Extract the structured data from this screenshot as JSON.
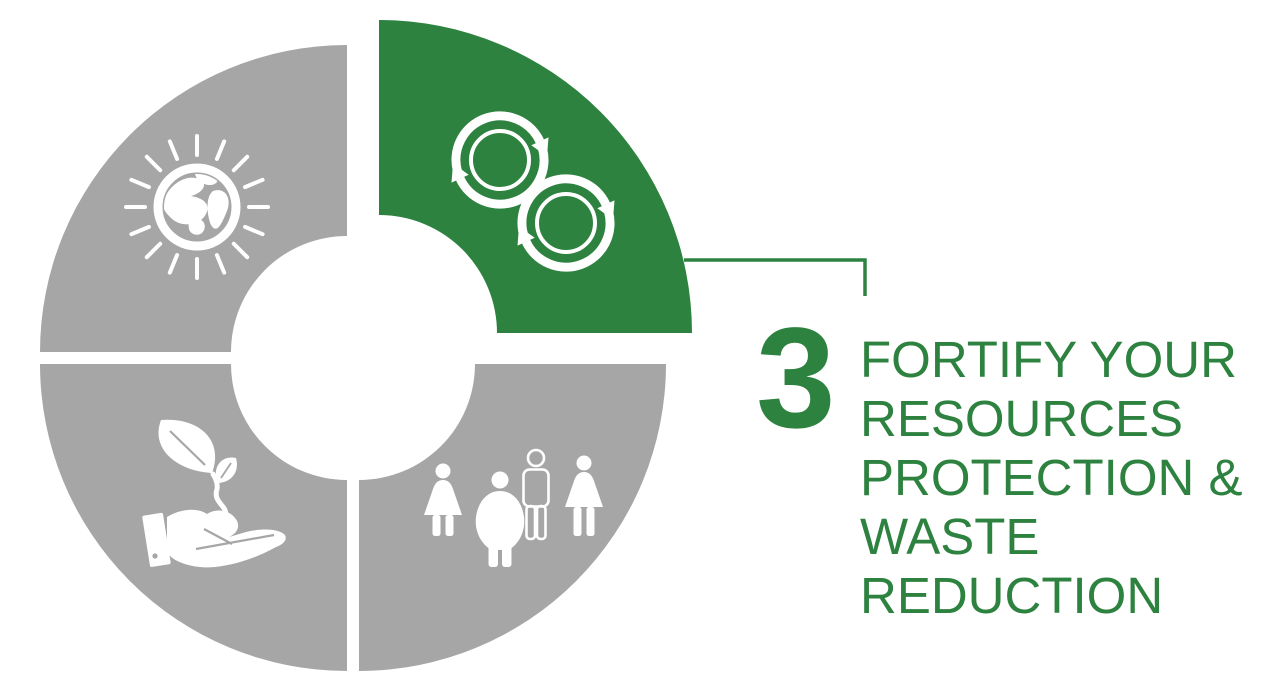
{
  "background": "#FFFFFF",
  "colors": {
    "accent_green": "#2E8240",
    "segment_gray": "#A6A6A6",
    "icon_white": "#FFFFFF"
  },
  "diagram": {
    "type": "four-segment-donut",
    "segments": [
      {
        "position": "top-left",
        "icon": "sun-earth-icon",
        "color": "#A6A6A6",
        "highlighted": false
      },
      {
        "position": "top-right",
        "icon": "recycle-cycles-icon",
        "color": "#2E8240",
        "highlighted": true
      },
      {
        "position": "bottom-left",
        "icon": "hand-holding-plant-icon",
        "color": "#A6A6A6",
        "highlighted": false
      },
      {
        "position": "bottom-right",
        "icon": "people-group-icon",
        "color": "#A6A6A6",
        "highlighted": false
      }
    ]
  },
  "callout": {
    "number": "3",
    "title": "FORTIFY YOUR RESOURCES PROTECTION & WASTE REDUCTION",
    "title_lines": [
      "FORTIFY YOUR",
      "RESOURCES",
      "PROTECTION &",
      "WASTE",
      "REDUCTION"
    ]
  }
}
